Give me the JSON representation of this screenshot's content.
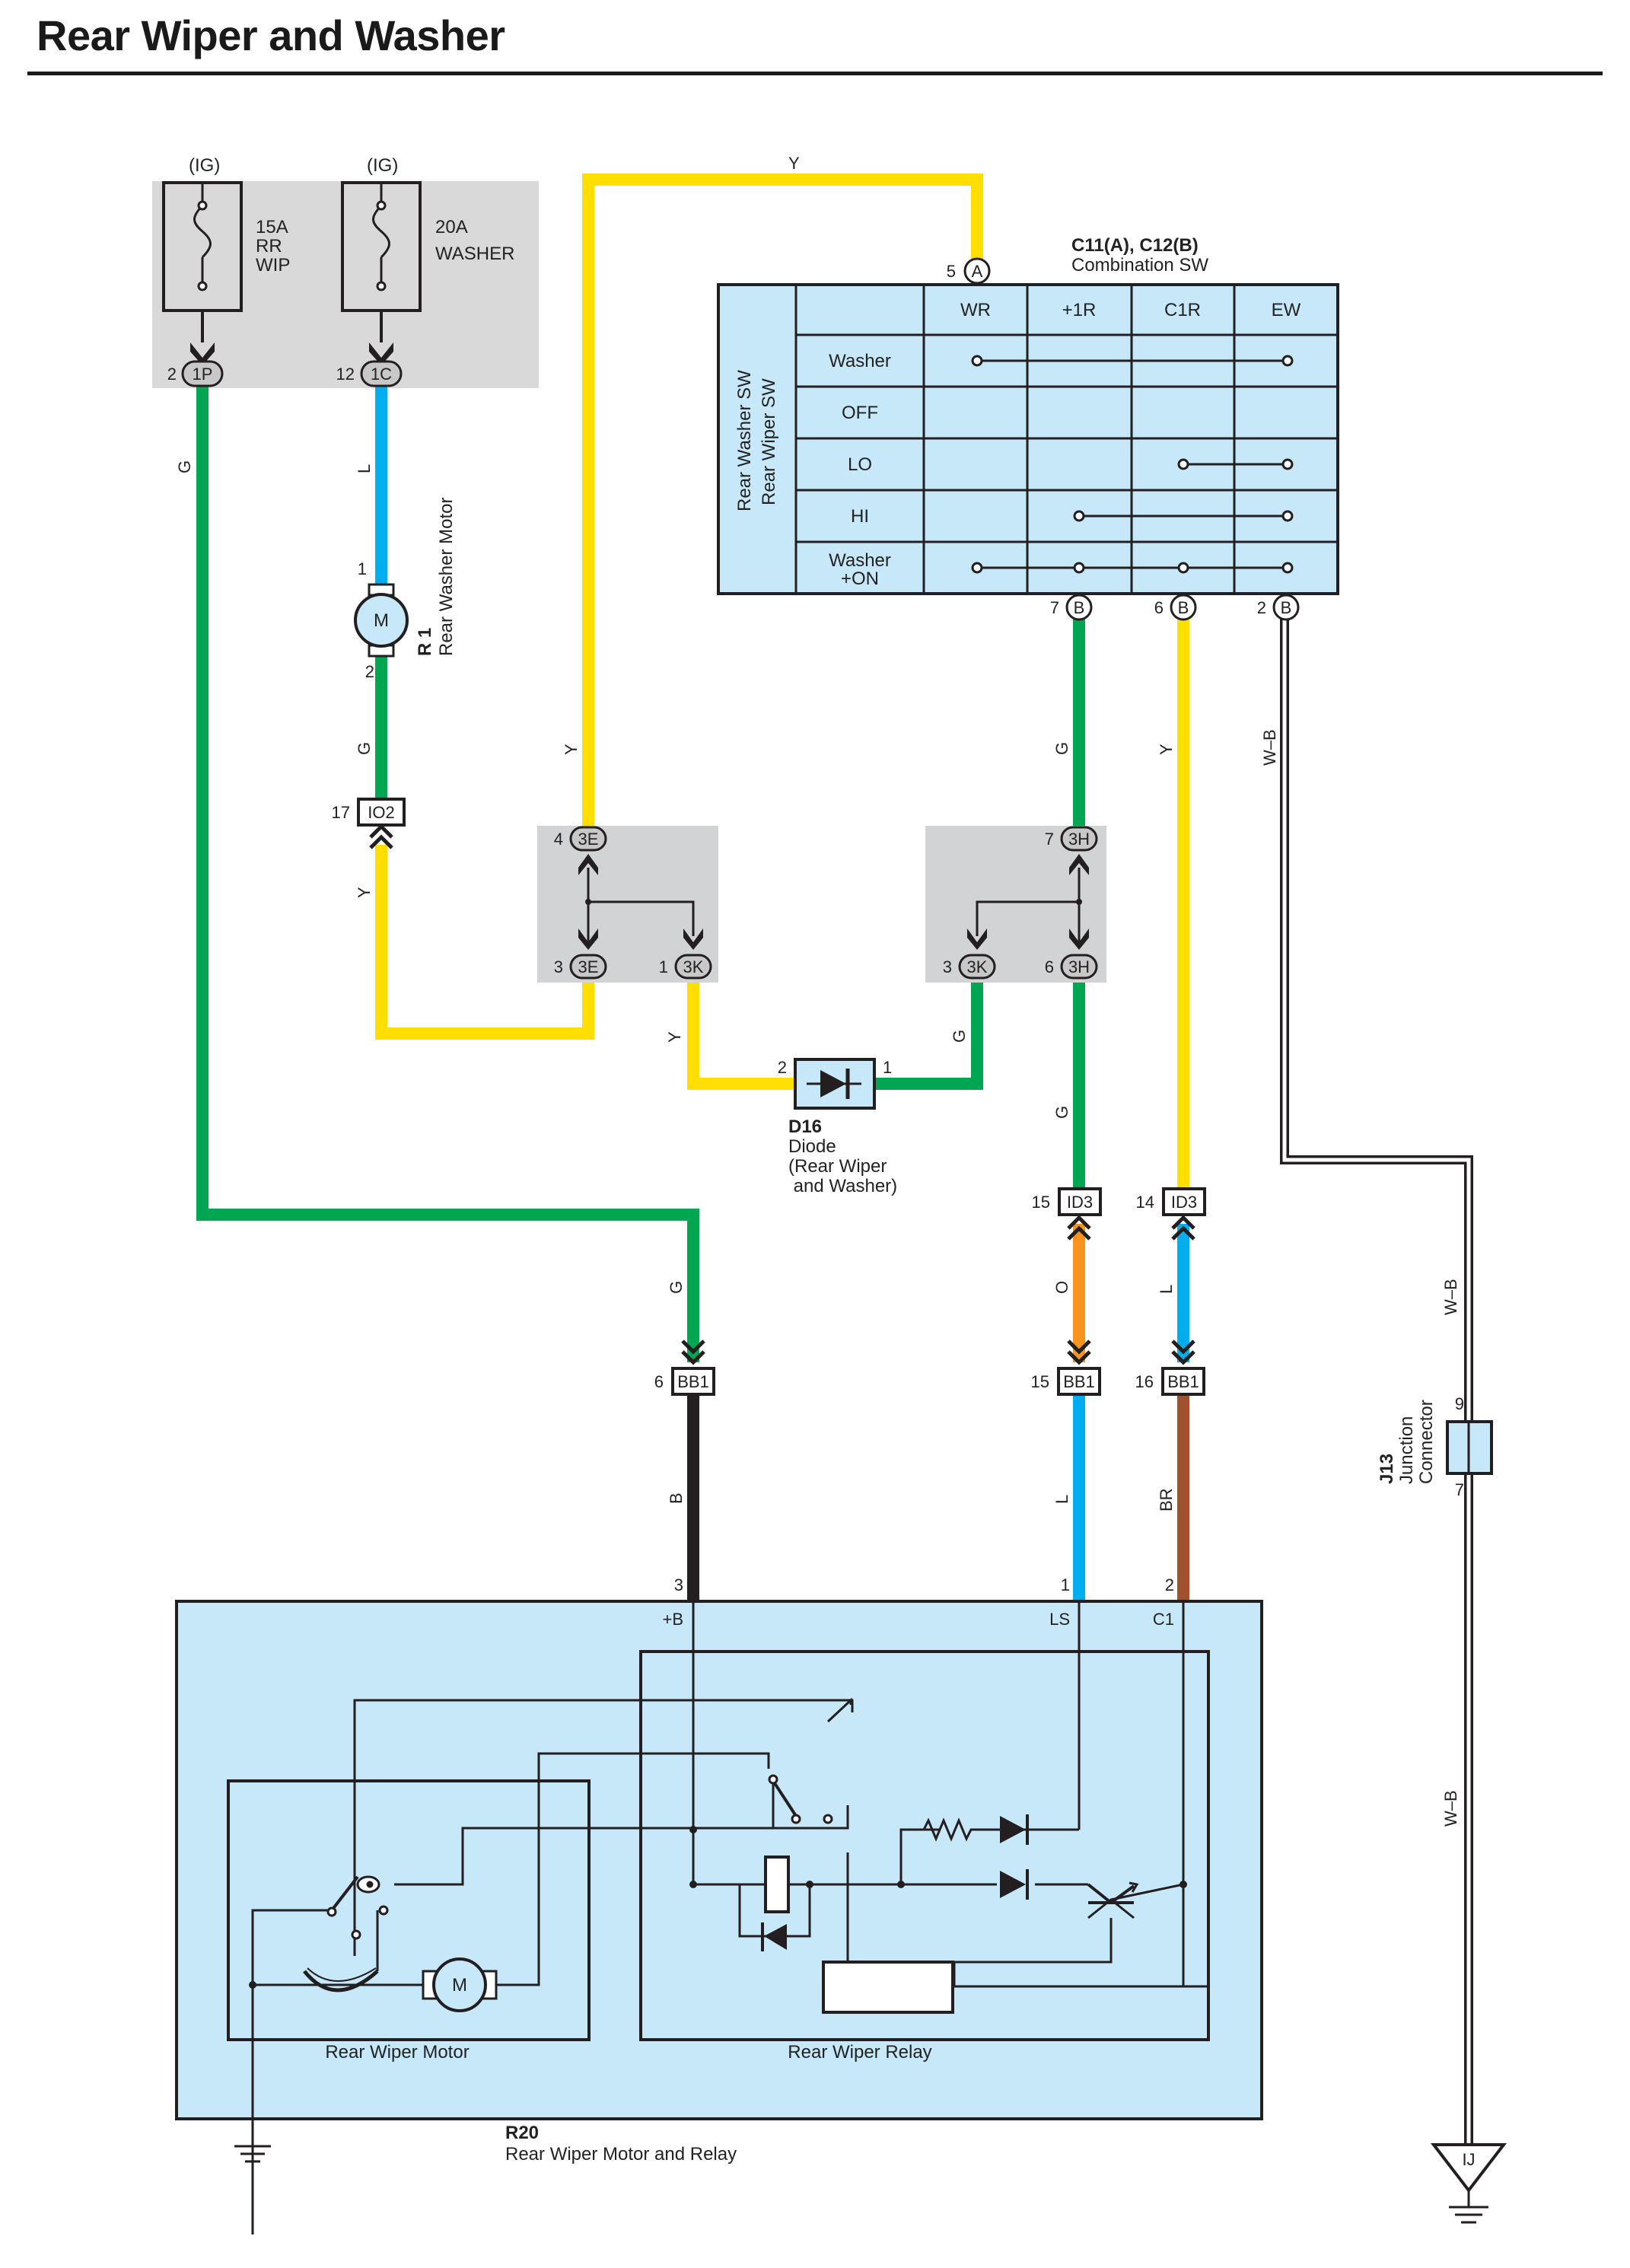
{
  "title": "Rear Wiper and Washer",
  "colors": {
    "green": "#00a651",
    "blue": "#00aeef",
    "yellow": "#ffde00",
    "orange": "#f7941d",
    "brown": "#a0522d",
    "black": "#231f20",
    "component_fill": "#c7e8f8",
    "junction_fill": "#d1d3d4",
    "grey_box": "#d9d9d9"
  },
  "fuses": {
    "f1": {
      "supply": "(IG)",
      "rating": "15A",
      "name1": "RR",
      "name2": "WIP",
      "pin": "2",
      "connector": "1P"
    },
    "f2": {
      "supply": "(IG)",
      "rating": "20A",
      "name1": "WASHER",
      "pin": "12",
      "connector": "1C"
    }
  },
  "switch": {
    "code": "C11(A), C12(B)",
    "name": "Combination SW",
    "side1": "Rear Washer SW",
    "side2": "Rear Wiper SW",
    "columns": [
      "WR",
      "+1R",
      "C1R",
      "EW"
    ],
    "rows": [
      "Washer",
      "OFF",
      "LO",
      "HI",
      "Washer",
      "+ON"
    ],
    "top_pin": "5",
    "top_conn": "A",
    "bottom_pins": [
      {
        "pin": "7",
        "conn": "B"
      },
      {
        "pin": "6",
        "conn": "B"
      },
      {
        "pin": "2",
        "conn": "B"
      }
    ]
  },
  "motor_r1": {
    "code": "R 1",
    "name": "Rear Washer Motor",
    "symbol": "M",
    "pin_top": "1",
    "pin_bottom": "2"
  },
  "diode_d16": {
    "code": "D16",
    "line1": "Diode",
    "line2": "(Rear Wiper",
    "line3": " and Washer)",
    "pin_left": "2",
    "pin_right": "1"
  },
  "junction_j13": {
    "code": "J13",
    "line1": "Junction",
    "line2": "Connector",
    "pin_top": "9",
    "pin_bottom": "7"
  },
  "ground_ij": "IJ",
  "connectors": {
    "io2": {
      "pin": "17",
      "name": "IO2"
    },
    "e3_top": {
      "pin": "4",
      "name": "3E"
    },
    "e3_bot": {
      "pin": "3",
      "name": "3E"
    },
    "k3_left": {
      "pin": "1",
      "name": "3K"
    },
    "h3_top": {
      "pin": "7",
      "name": "3H"
    },
    "k3_right": {
      "pin": "3",
      "name": "3K"
    },
    "h3_bot": {
      "pin": "6",
      "name": "3H"
    },
    "id3_a": {
      "pin": "15",
      "name": "ID3"
    },
    "id3_b": {
      "pin": "14",
      "name": "ID3"
    },
    "bb1_a": {
      "pin": "6",
      "name": "BB1"
    },
    "bb1_b": {
      "pin": "15",
      "name": "BB1"
    },
    "bb1_c": {
      "pin": "16",
      "name": "BB1"
    }
  },
  "wire_colors": {
    "g1": "G",
    "l1": "L",
    "g2": "G",
    "y_io2": "Y",
    "y_top": "Y",
    "y_left": "Y",
    "g_b7": "G",
    "y_b6": "Y",
    "wb1": "W–B",
    "g_3k": "G",
    "g_h6": "G",
    "g_bb1": "G",
    "o": "O",
    "l2": "L",
    "wb2": "W–B",
    "b": "B",
    "l3": "L",
    "br": "BR",
    "wb3": "W–B"
  },
  "unit_r20": {
    "code": "R20",
    "name": "Rear Wiper Motor and Relay",
    "terminals": [
      {
        "pin": "3",
        "name": "+B"
      },
      {
        "pin": "1",
        "name": "LS"
      },
      {
        "pin": "2",
        "name": "C1"
      }
    ],
    "motor_label": "Rear Wiper Motor",
    "relay_label": "Rear Wiper Relay",
    "motor_symbol": "M"
  }
}
